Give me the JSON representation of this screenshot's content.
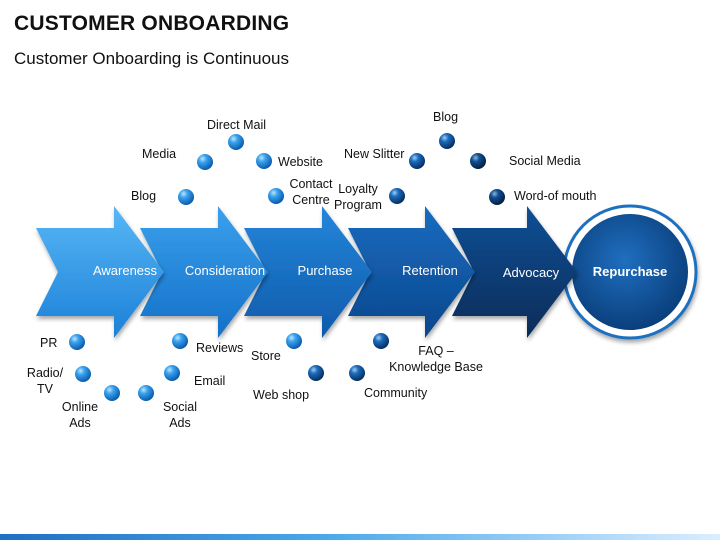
{
  "header": {
    "title": "CUSTOMER ONBOARDING",
    "subtitle": "Customer Onboarding is Continuous"
  },
  "stages": [
    {
      "label": "Awareness",
      "color_top": "#43aaf2",
      "color_bottom": "#1a7fd6"
    },
    {
      "label": "Consideration",
      "color_top": "#2d95e6",
      "color_bottom": "#126cc2"
    },
    {
      "label": "Purchase",
      "color_top": "#1f7ed6",
      "color_bottom": "#0d57a6"
    },
    {
      "label": "Retention",
      "color_top": "#1665b7",
      "color_bottom": "#0a4487"
    },
    {
      "label": "Advocacy",
      "color_top": "#0e4a8c",
      "color_bottom": "#072f5e"
    }
  ],
  "final_stage": {
    "label": "Repurchase",
    "color": "#0f5aa8"
  },
  "touchpoints": {
    "top": [
      "Blog",
      "Media",
      "Direct Mail",
      "Website",
      "Contact Centre",
      "Loyalty Program",
      "New Slitter",
      "Blog",
      "Social Media",
      "Word-of mouth"
    ],
    "bottom": [
      "PR",
      "Radio/ TV",
      "Online Ads",
      "Social Ads",
      "Email",
      "Reviews",
      "Store",
      "Web shop",
      "Community",
      "FAQ – Knowledge Base"
    ]
  }
}
